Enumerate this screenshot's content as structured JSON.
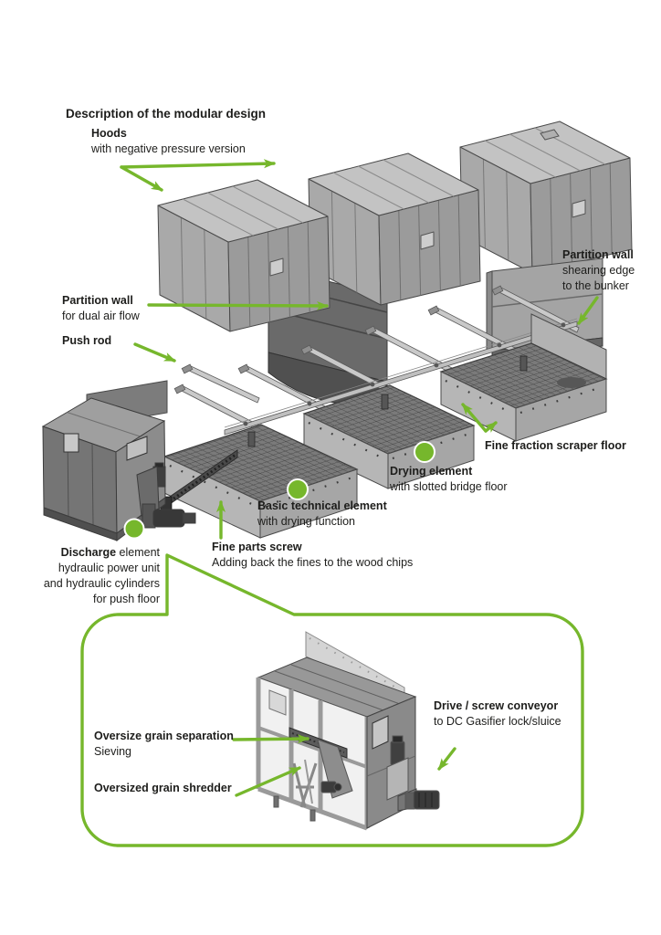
{
  "page": {
    "background": "#ffffff",
    "accent_green": "#76b72c",
    "text_color": "#1d1d1b"
  },
  "labels": {
    "title": "Description of the modular design",
    "hoods": {
      "title": "Hoods",
      "sub": "with negative pressure version"
    },
    "partition_left": {
      "title": "Partition wall",
      "sub": "for dual air flow"
    },
    "push_rod": {
      "title": "Push rod"
    },
    "partition_right": {
      "title": "Partition wall",
      "sub1": "shearing edge",
      "sub2": "to the bunker"
    },
    "fine_fraction": {
      "title": "Fine fraction scraper floor"
    },
    "drying": {
      "title": "Drying element",
      "sub": "with slotted bridge floor"
    },
    "basic": {
      "title": "Basic technical element",
      "sub": "with drying function"
    },
    "fine_parts": {
      "title": "Fine parts screw",
      "sub": "Adding back the fines to the wood chips"
    },
    "discharge": {
      "title_bold": "Discharge",
      "title_rest": " element",
      "line2": "hydraulic power unit",
      "line3": "and hydraulic cylinders",
      "line4": "for push floor"
    },
    "oversize": {
      "title": "Oversize grain separation",
      "sub": "Sieving"
    },
    "shredder": {
      "title": "Oversized grain shredder"
    },
    "drive": {
      "title": "Drive / screw conveyor",
      "sub": "to DC Gasifier lock/sluice"
    }
  },
  "markers": {
    "color": "#76b72c",
    "count": 3
  }
}
